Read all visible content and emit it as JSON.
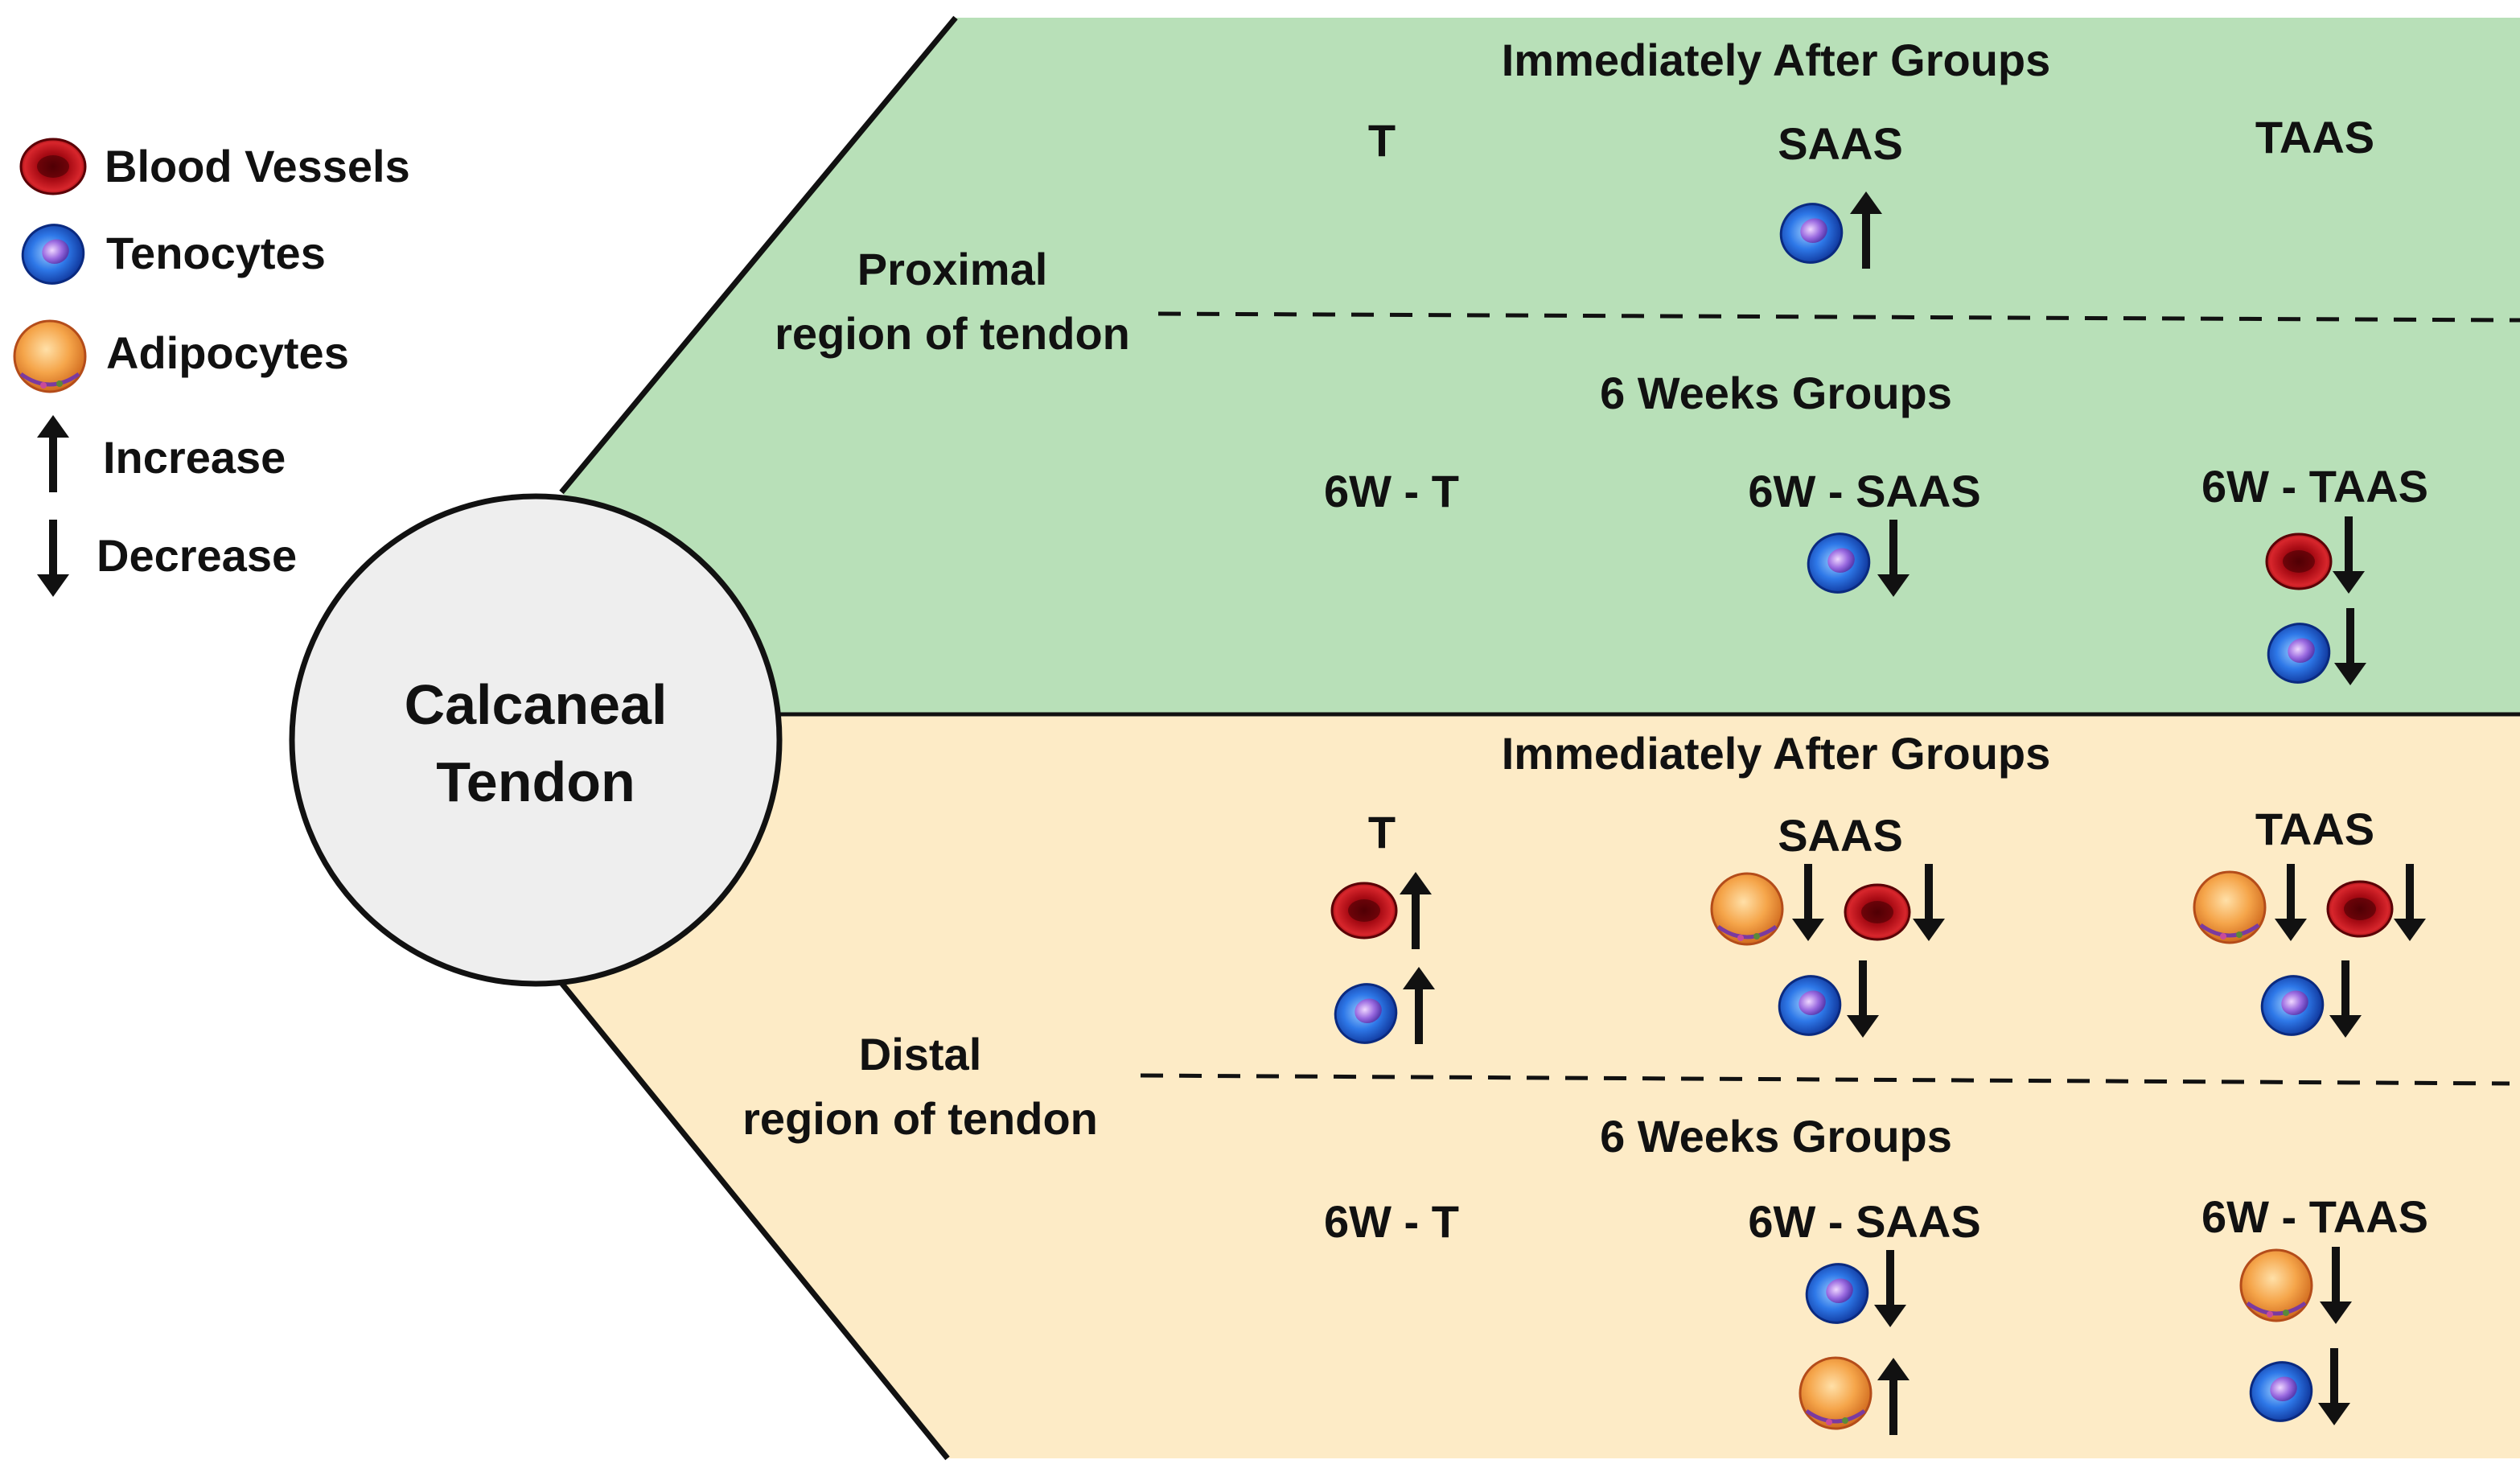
{
  "legend": {
    "blood_vessels": "Blood Vessels",
    "tenocytes": "Tenocytes",
    "adipocytes": "Adipocytes",
    "increase": "Increase",
    "decrease": "Decrease"
  },
  "center": {
    "line1": "Calcaneal",
    "line2": "Tendon"
  },
  "proximal": {
    "region_line1": "Proximal",
    "region_line2": "region of tendon",
    "immediate_header": "Immediately After Groups",
    "immediate_groups": [
      "T",
      "SAAS",
      "TAAS"
    ],
    "weeks_header": "6 Weeks Groups",
    "weeks_groups": [
      "6W - T",
      "6W - SAAS",
      "6W - TAAS"
    ]
  },
  "distal": {
    "region_line1": "Distal",
    "region_line2": "region of tendon",
    "immediate_header": "Immediately After Groups",
    "immediate_groups": [
      "T",
      "SAAS",
      "TAAS"
    ],
    "weeks_header": "6 Weeks Groups",
    "weeks_groups": [
      "6W - T",
      "6W - SAAS",
      "6W - TAAS"
    ]
  },
  "colors": {
    "proximal_bg": "#b8e0b8",
    "distal_bg": "#fdebc6",
    "circle_fill": "#eeeeee",
    "blood_vessel": "#b0101a",
    "tenocyte": "#1f5fd6",
    "adipocyte": "#f3a048"
  },
  "effects": {
    "proximal_immediate": {
      "T": [],
      "SAAS": [
        {
          "cell": "tenocytes",
          "change": "increase"
        }
      ],
      "TAAS": []
    },
    "proximal_6w": {
      "6W - T": [],
      "6W - SAAS": [
        {
          "cell": "tenocytes",
          "change": "decrease"
        }
      ],
      "6W - TAAS": [
        {
          "cell": "blood_vessels",
          "change": "decrease"
        },
        {
          "cell": "tenocytes",
          "change": "decrease"
        }
      ]
    },
    "distal_immediate": {
      "T": [
        {
          "cell": "blood_vessels",
          "change": "increase"
        },
        {
          "cell": "tenocytes",
          "change": "increase"
        }
      ],
      "SAAS": [
        {
          "cell": "adipocytes",
          "change": "decrease"
        },
        {
          "cell": "blood_vessels",
          "change": "decrease"
        },
        {
          "cell": "tenocytes",
          "change": "decrease"
        }
      ],
      "TAAS": [
        {
          "cell": "adipocytes",
          "change": "decrease"
        },
        {
          "cell": "blood_vessels",
          "change": "decrease"
        },
        {
          "cell": "tenocytes",
          "change": "decrease"
        }
      ]
    },
    "distal_6w": {
      "6W - T": [],
      "6W - SAAS": [
        {
          "cell": "tenocytes",
          "change": "decrease"
        },
        {
          "cell": "adipocytes",
          "change": "increase"
        }
      ],
      "6W - TAAS": [
        {
          "cell": "adipocytes",
          "change": "decrease"
        },
        {
          "cell": "tenocytes",
          "change": "decrease"
        }
      ]
    }
  }
}
